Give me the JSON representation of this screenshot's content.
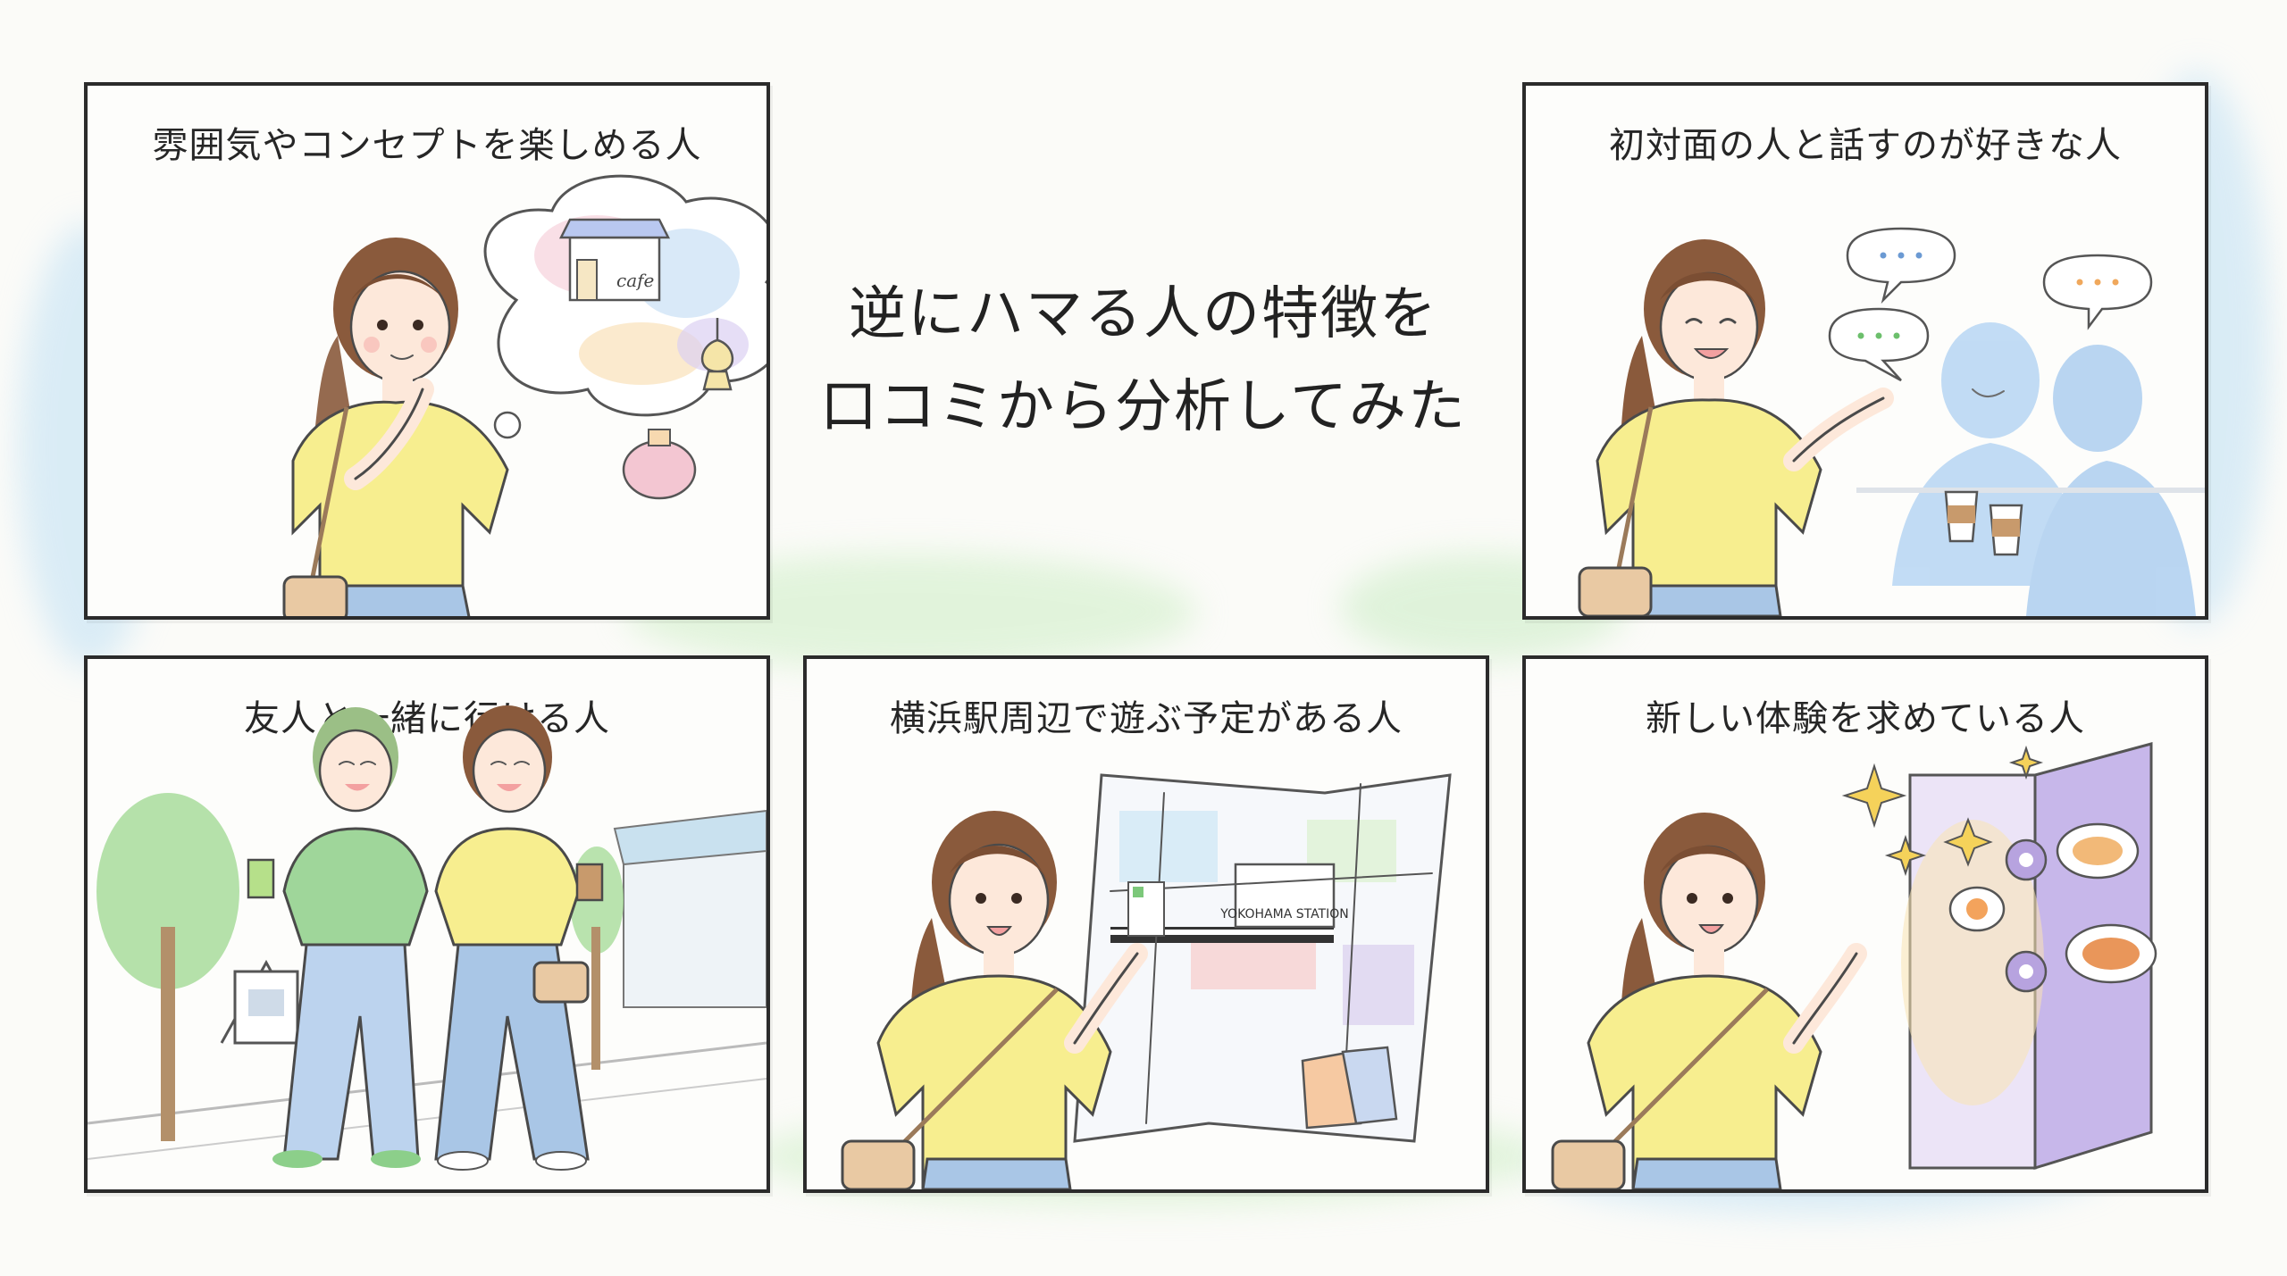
{
  "headline": {
    "line1": "逆にハマる人の特徴を",
    "line2": "口コミから分析してみた"
  },
  "panels": [
    {
      "title": "雰囲気やコンセプトを楽しめる人",
      "cafe_sign": "cafe"
    },
    {
      "title": "初対面の人と話すのが好きな人"
    },
    {
      "title": "友人と一緒に行ける人"
    },
    {
      "title": "横浜駅周辺で遊ぶ予定がある人",
      "map_label": "YOKOHAMA STATION"
    },
    {
      "title": "新しい体験を求めている人"
    }
  ],
  "colors": {
    "shirt_yellow": "#f7ee8f",
    "jeans_blue": "#a9c6e6",
    "hair_brown": "#8a5a3c",
    "friend_green": "#9fd69a",
    "wash_blue": "#b9ddf3",
    "wash_green": "#c8ebc2",
    "wash_purple": "#d9c8f0"
  }
}
